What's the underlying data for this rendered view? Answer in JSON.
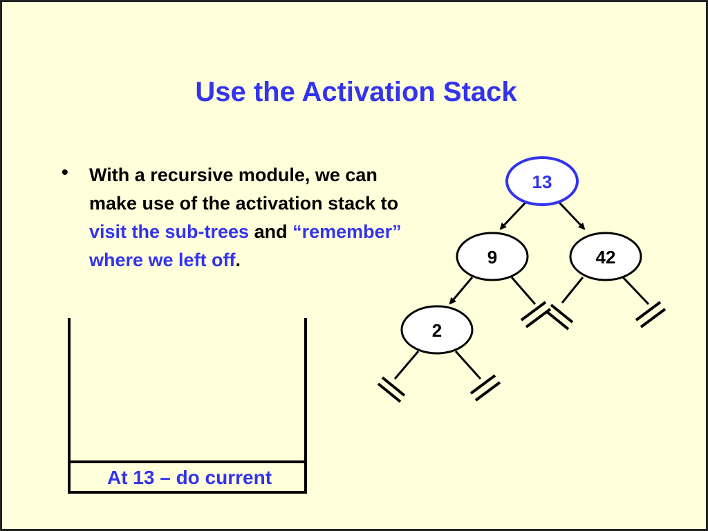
{
  "slide": {
    "title": "Use the Activation Stack",
    "bullet": {
      "marker": "•",
      "text_part1": "With a recursive module, we can make use of the activation stack to ",
      "highlight1": "visit the sub-trees",
      "text_part2": " and ",
      "highlight2": "“remember” where we left off",
      "text_part3": "."
    },
    "stack": {
      "frames": [
        "At 13 – do current"
      ]
    }
  },
  "tree": {
    "nodes": [
      {
        "id": "n13",
        "label": "13",
        "current": true
      },
      {
        "id": "n9",
        "label": "9",
        "current": false
      },
      {
        "id": "n42",
        "label": "42",
        "current": false
      },
      {
        "id": "n2",
        "label": "2",
        "current": false
      }
    ],
    "edges": [
      [
        "n13",
        "n9"
      ],
      [
        "n13",
        "n42"
      ],
      [
        "n9",
        "n2"
      ]
    ],
    "null_children": [
      "n9.right",
      "n42.left",
      "n42.right",
      "n2.left",
      "n2.right"
    ]
  },
  "colors": {
    "background": "#ffffdb",
    "accent": "#3333ee",
    "text": "#000000"
  }
}
